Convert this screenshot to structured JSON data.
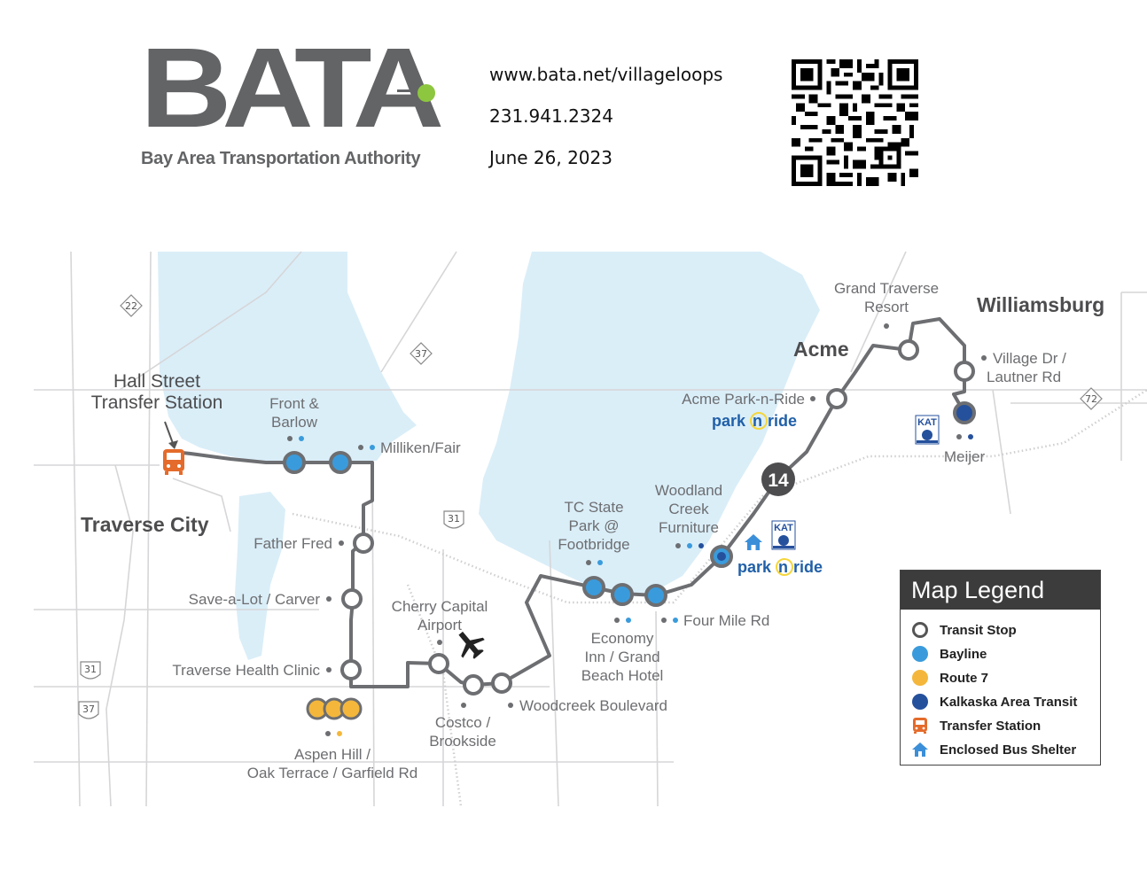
{
  "header": {
    "logo_text": "BATA",
    "logo_subtitle": "Bay Area Transportation Authority",
    "website": "www.bata.net/villageloops",
    "phone": "231.941.2324",
    "date": "June 26, 2023"
  },
  "map": {
    "route_number": "14",
    "transfer_station_label_1": "Hall Street",
    "transfer_station_label_2": "Transfer Station",
    "places": {
      "traverse_city": "Traverse City",
      "acme": "Acme",
      "williamsburg": "Williamsburg"
    },
    "highways": {
      "h22": "22",
      "h37a": "37",
      "h31a": "31",
      "h31b": "31",
      "h37b": "37",
      "h72": "72"
    },
    "stops": {
      "front_barlow_1": "Front &",
      "front_barlow_2": "Barlow",
      "milliken_fair": "Milliken/Fair",
      "father_fred": "Father Fred",
      "save_a_lot": "Save-a-Lot / Carver",
      "traverse_health": "Traverse Health Clinic",
      "aspen_hill_1": "Aspen Hill /",
      "aspen_hill_2": "Oak Terrace / Garfield Rd",
      "cherry_airport_1": "Cherry Capital",
      "cherry_airport_2": "Airport",
      "costco_1": "Costco /",
      "costco_2": "Brookside",
      "woodcreek": "Woodcreek Boulevard",
      "tc_state_park_1": "TC State",
      "tc_state_park_2": "Park @",
      "tc_state_park_3": "Footbridge",
      "economy_inn_1": "Economy",
      "economy_inn_2": "Inn / Grand",
      "economy_inn_3": "Beach Hotel",
      "four_mile": "Four Mile Rd",
      "woodland_1": "Woodland",
      "woodland_2": "Creek",
      "woodland_3": "Furniture",
      "acme_park_n_ride": "Acme Park-n-Ride",
      "grand_traverse_1": "Grand Traverse",
      "grand_traverse_2": "Resort",
      "village_dr_1": "Village Dr /",
      "village_dr_2": "Lautner Rd",
      "meijer": "Meijer"
    },
    "park_n_ride_park": "park",
    "park_n_ride_n": "n",
    "park_n_ride_ride": "ride",
    "kat_logo": "KAT",
    "colors": {
      "water": "#daeef8",
      "route": "#6d6e71",
      "bayline": "#3a9bdc",
      "route7": "#f4b73b",
      "kalkaska": "#25509c",
      "transfer": "#e46b2b",
      "shelter": "#3b8fd9",
      "park_n_ride": "#2160a8"
    }
  },
  "legend": {
    "title": "Map Legend",
    "items": [
      {
        "label": "Transit Stop",
        "icon": "transit-stop-icon"
      },
      {
        "label": "Bayline",
        "icon": "bayline-dot-icon"
      },
      {
        "label": "Route 7",
        "icon": "route7-dot-icon"
      },
      {
        "label": "Kalkaska Area Transit",
        "icon": "kalkaska-dot-icon"
      },
      {
        "label": "Transfer Station",
        "icon": "bus-icon"
      },
      {
        "label": "Enclosed Bus Shelter",
        "icon": "shelter-icon"
      }
    ]
  }
}
